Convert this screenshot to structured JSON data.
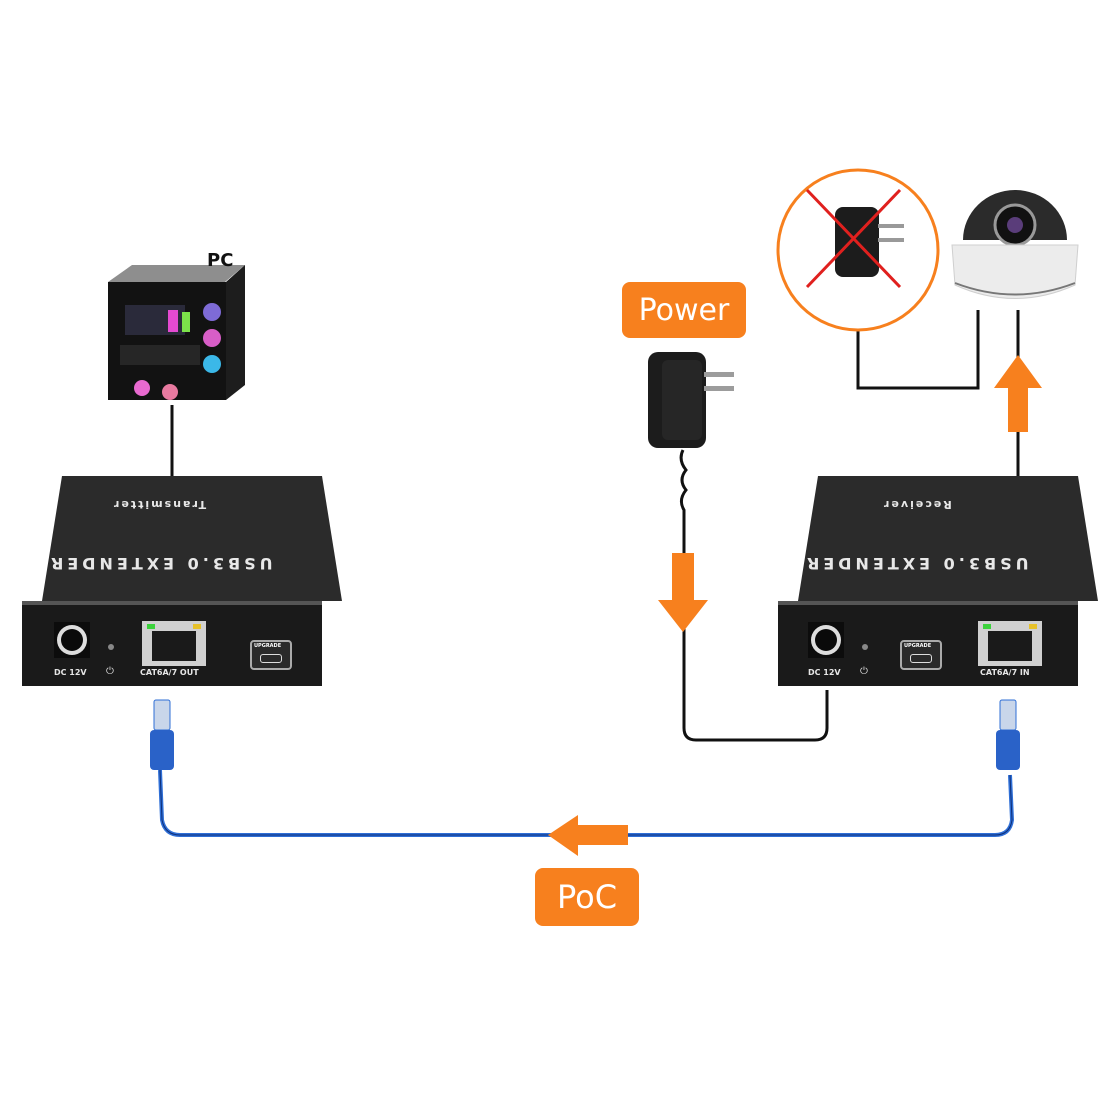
{
  "labels": {
    "pc": "PC",
    "power": "Power",
    "poc": "PoC"
  },
  "transmitter": {
    "model": "USB3.0 EXTENDER",
    "role": "Transmitter",
    "ports": {
      "dc": "DC 12V",
      "lan": "CAT6A/7 OUT",
      "upgrade": "UPGRADE"
    }
  },
  "receiver": {
    "model": "USB3.0 EXTENDER",
    "role": "Receiver",
    "ports": {
      "dc": "DC 12V",
      "lan": "CAT6A/7 IN",
      "upgrade": "UPGRADE"
    }
  },
  "colors": {
    "accent": "#f7801e",
    "cable": "#2f6fd6",
    "device": "#1e1e1e",
    "cross": "#e0201e"
  }
}
